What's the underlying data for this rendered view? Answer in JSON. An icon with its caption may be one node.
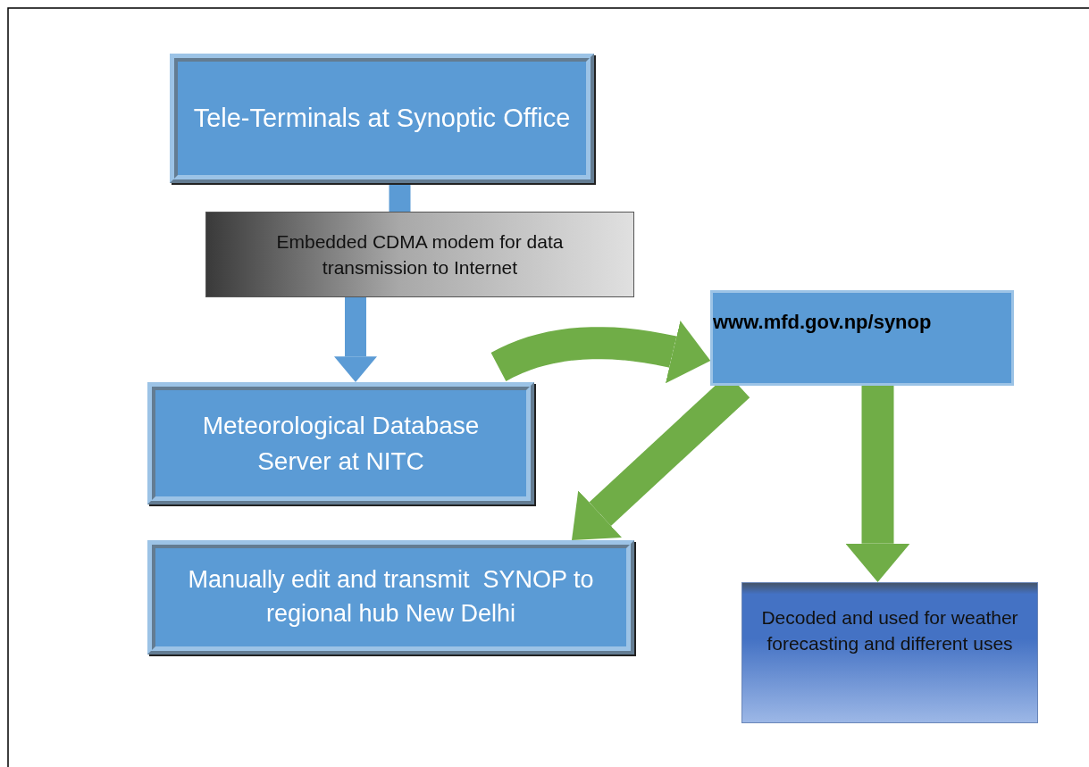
{
  "diagram": {
    "nodes": [
      {
        "text": [
          "Tele-Terminals at Synoptic Office"
        ]
      },
      {
        "text": [
          "Embedded CDMA modem for data transmission to Internet"
        ]
      },
      {
        "text": [
          "www.mfd.gov.np/synop"
        ]
      },
      {
        "text": [
          "Meteorological Database Server at NITC"
        ]
      },
      {
        "text": [
          "Manually edit and transmit  SYNOP to regional hub New Delhi"
        ]
      },
      {
        "text": [
          "Decoded and used for weather forecasting and different uses"
        ]
      }
    ],
    "edges": [
      {
        "from": 0,
        "to": 1,
        "arrow": "none",
        "color": "#5b9bd5"
      },
      {
        "from": 1,
        "to": 3,
        "arrow": "to",
        "color": "#5b9bd5"
      },
      {
        "from": 3,
        "to": 2,
        "arrow": "to"
      },
      {
        "from": 2,
        "to": 4,
        "arrow": "to"
      },
      {
        "from": 2,
        "to": 5,
        "arrow": "to"
      }
    ]
  }
}
